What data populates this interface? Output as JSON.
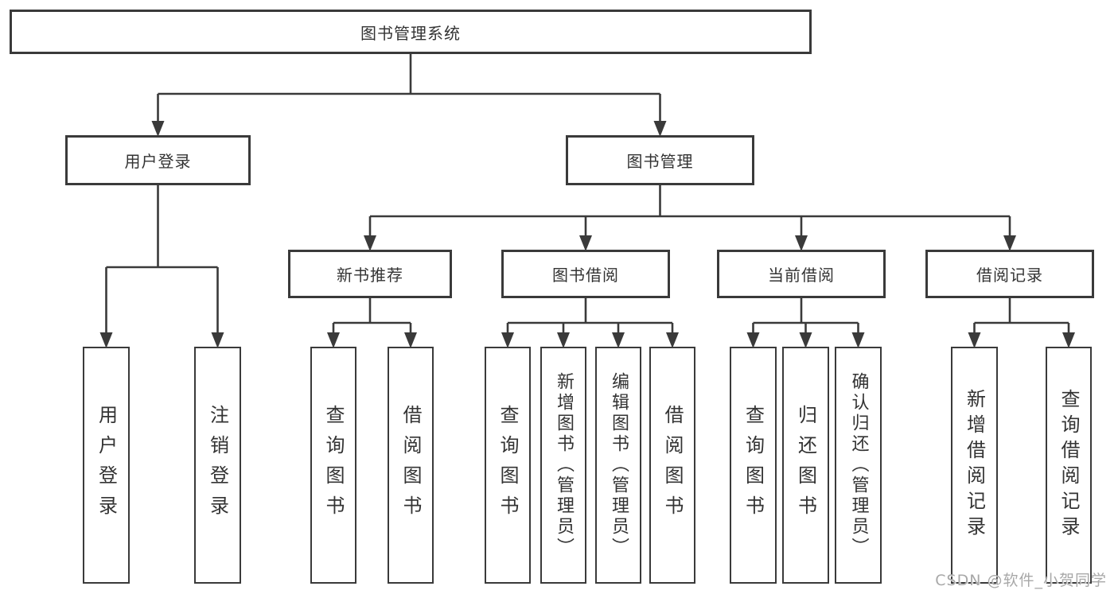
{
  "diagram": {
    "title": "图书管理系统",
    "type": "hierarchy"
  },
  "colors": {
    "line": "#3a3a3a",
    "box_background": "#ffffff",
    "text": "#333333",
    "watermark": "#a8a8a8",
    "background": "#ffffff"
  },
  "watermark": {
    "text": "CSDN @软件_小贺同学"
  },
  "nodes": [
    {
      "id": "root",
      "label": "图书管理系统",
      "children": [
        "user-login",
        "book-mgmt"
      ]
    },
    {
      "id": "user-login",
      "label": "用户登录",
      "children": [
        "ul-login",
        "ul-logout"
      ]
    },
    {
      "id": "book-mgmt",
      "label": "图书管理",
      "children": [
        "new-book-rec",
        "book-borrow",
        "current-borrow",
        "borrow-record"
      ]
    },
    {
      "id": "new-book-rec",
      "label": "新书推荐",
      "children": [
        "nbr-query",
        "nbr-borrow"
      ]
    },
    {
      "id": "book-borrow",
      "label": "图书借阅",
      "children": [
        "bb-query",
        "bb-add",
        "bb-edit",
        "bb-borrow"
      ]
    },
    {
      "id": "current-borrow",
      "label": "当前借阅",
      "children": [
        "cb-query",
        "cb-return",
        "cb-confirm"
      ]
    },
    {
      "id": "borrow-record",
      "label": "借阅记录",
      "children": [
        "br-add",
        "br-query"
      ]
    },
    {
      "id": "ul-login",
      "label": "用户登录",
      "children": []
    },
    {
      "id": "ul-logout",
      "label": "注销登录",
      "children": []
    },
    {
      "id": "nbr-query",
      "label": "查询图书",
      "children": []
    },
    {
      "id": "nbr-borrow",
      "label": "借阅图书",
      "children": []
    },
    {
      "id": "bb-query",
      "label": "查询图书",
      "children": []
    },
    {
      "id": "bb-add",
      "label": "新增图书（管理员）",
      "children": []
    },
    {
      "id": "bb-edit",
      "label": "编辑图书（管理员）",
      "children": []
    },
    {
      "id": "bb-borrow",
      "label": "借阅图书",
      "children": []
    },
    {
      "id": "cb-query",
      "label": "查询图书",
      "children": []
    },
    {
      "id": "cb-return",
      "label": "归还图书",
      "children": []
    },
    {
      "id": "cb-confirm",
      "label": "确认归还（管理员）",
      "children": []
    },
    {
      "id": "br-add",
      "label": "新增借阅记录",
      "children": []
    },
    {
      "id": "br-query",
      "label": "查询借阅记录",
      "children": []
    }
  ]
}
